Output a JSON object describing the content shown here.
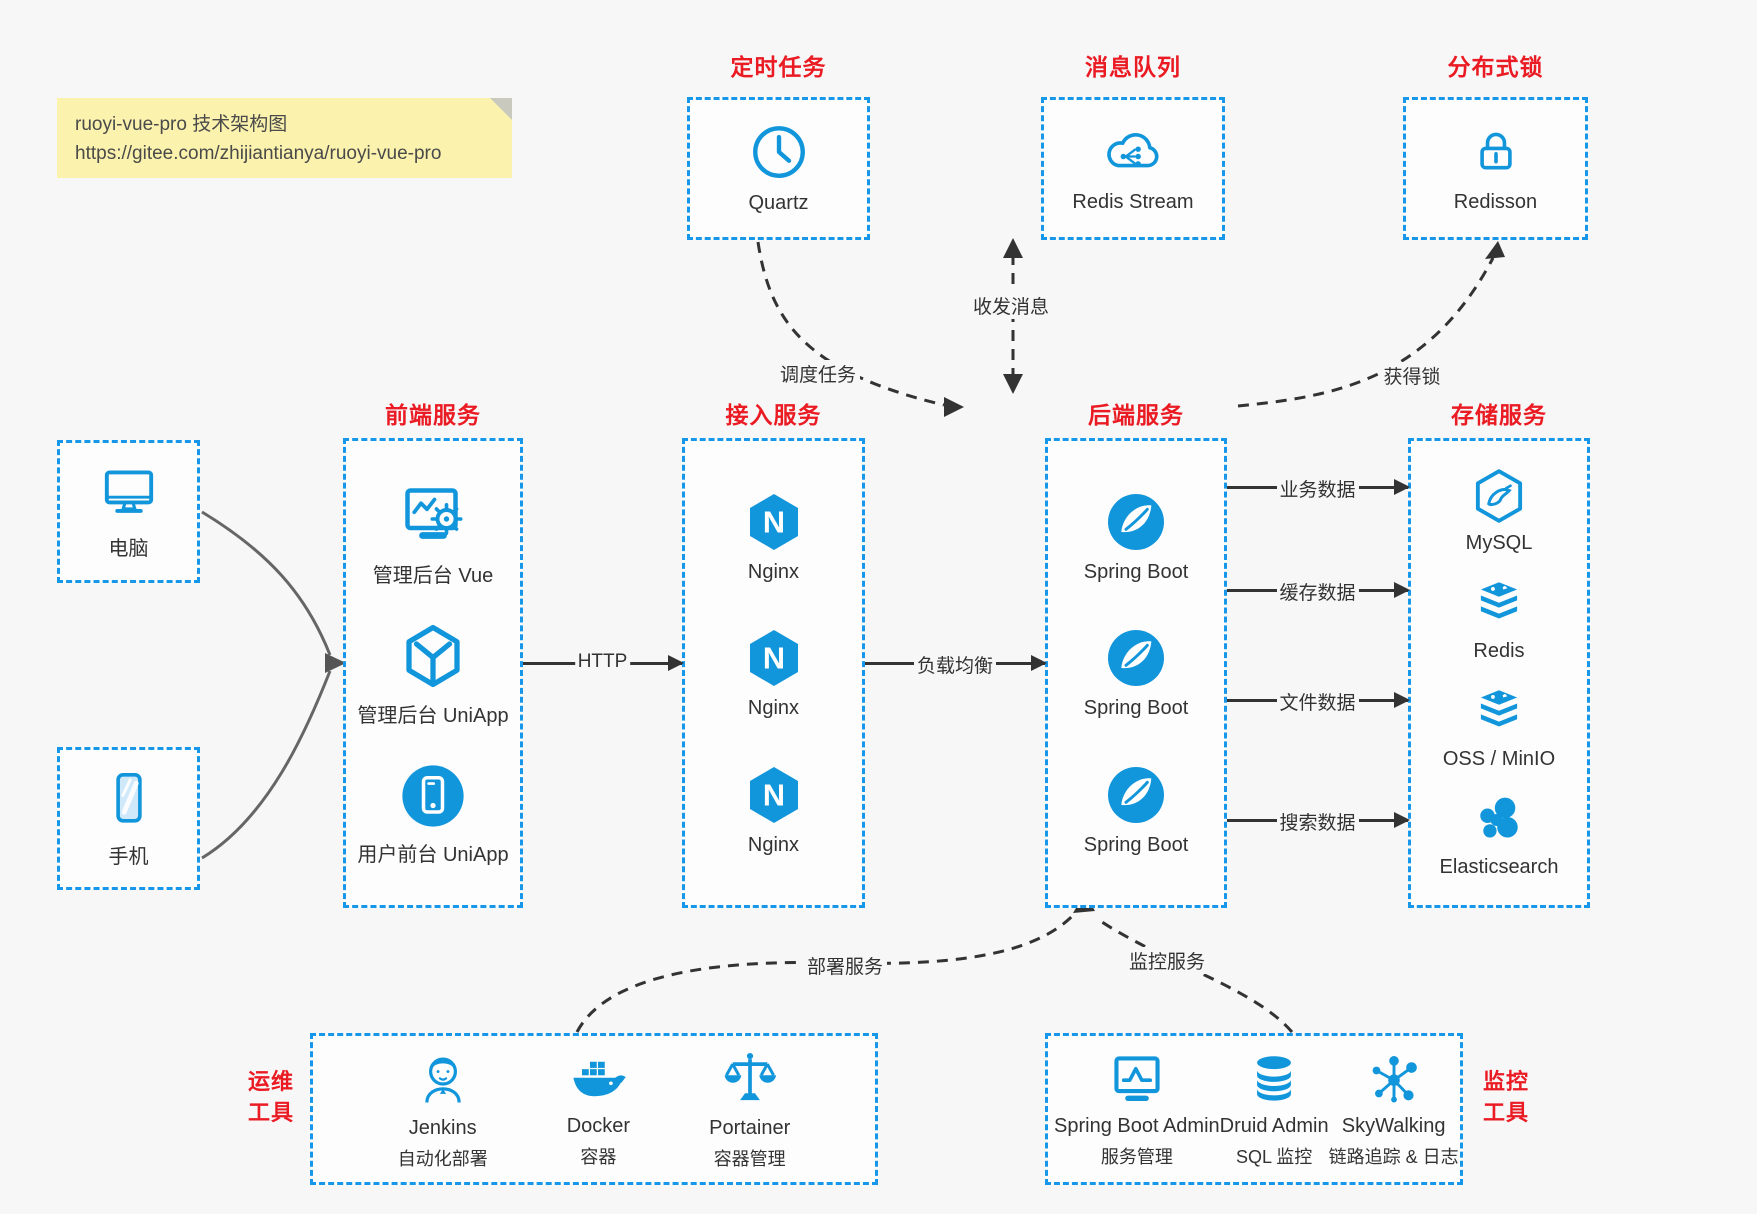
{
  "note": {
    "line1": "ruoyi-vue-pro 技术架构图",
    "line2": "https://gitee.com/zhijiantianya/ruoyi-vue-pro"
  },
  "colors": {
    "accent_blue": "#1296db",
    "border_blue": "#1697ea",
    "title_red": "#ea1b23",
    "arrow_dark": "#333333",
    "client_gray": "#666666",
    "page_bg": "#f7f7f8",
    "note_bg": "#faf2ad"
  },
  "top_services": [
    {
      "title": "定时任务",
      "item": {
        "label": "Quartz",
        "icon": "clock-icon"
      }
    },
    {
      "title": "消息队列",
      "item": {
        "label": "Redis Stream",
        "icon": "cloud-network-icon"
      }
    },
    {
      "title": "分布式锁",
      "item": {
        "label": "Redisson",
        "icon": "lock-icon"
      }
    }
  ],
  "clients": [
    {
      "label": "电脑",
      "icon": "desktop-icon"
    },
    {
      "label": "手机",
      "icon": "smartphone-icon"
    }
  ],
  "columns": [
    {
      "title": "前端服务",
      "items": [
        {
          "label": "管理后台 Vue",
          "icon": "admin-vue-icon"
        },
        {
          "label": "管理后台 UniApp",
          "icon": "cube-icon"
        },
        {
          "label": "用户前台 UniApp",
          "icon": "mobile-app-icon"
        }
      ]
    },
    {
      "title": "接入服务",
      "items": [
        {
          "label": "Nginx",
          "icon": "nginx-icon"
        },
        {
          "label": "Nginx",
          "icon": "nginx-icon"
        },
        {
          "label": "Nginx",
          "icon": "nginx-icon"
        }
      ]
    },
    {
      "title": "后端服务",
      "items": [
        {
          "label": "Spring Boot",
          "icon": "spring-icon"
        },
        {
          "label": "Spring Boot",
          "icon": "spring-icon"
        },
        {
          "label": "Spring Boot",
          "icon": "spring-icon"
        }
      ]
    },
    {
      "title": "存储服务",
      "items": [
        {
          "label": "MySQL",
          "icon": "mysql-icon"
        },
        {
          "label": "Redis",
          "icon": "redis-icon"
        },
        {
          "label": "OSS / MinIO",
          "icon": "storage-stack-icon"
        },
        {
          "label": "Elasticsearch",
          "icon": "elasticsearch-icon"
        }
      ]
    }
  ],
  "flows": {
    "http": "HTTP",
    "load_balance": "负载均衡",
    "business_data": "业务数据",
    "cache_data": "缓存数据",
    "file_data": "文件数据",
    "search_data": "搜索数据",
    "schedule_task": "调度任务",
    "send_receive_msg": "收发消息",
    "acquire_lock": "获得锁",
    "deploy_service": "部署服务",
    "monitor_service": "监控服务"
  },
  "bottom_groups": [
    {
      "title_line1": "运维",
      "title_line2": "工具",
      "items": [
        {
          "label": "Jenkins",
          "sublabel": "自动化部署",
          "icon": "jenkins-icon"
        },
        {
          "label": "Docker",
          "sublabel": "容器",
          "icon": "docker-icon"
        },
        {
          "label": "Portainer",
          "sublabel": "容器管理",
          "icon": "portainer-icon"
        }
      ]
    },
    {
      "title_line1": "监控",
      "title_line2": "工具",
      "items": [
        {
          "label": "Spring Boot Admin",
          "sublabel": "服务管理",
          "icon": "chart-monitor-icon"
        },
        {
          "label": "Druid Admin",
          "sublabel": "SQL 监控",
          "icon": "database-icon"
        },
        {
          "label": "SkyWalking",
          "sublabel": "链路追踪 & 日志",
          "icon": "topology-icon"
        }
      ]
    }
  ]
}
